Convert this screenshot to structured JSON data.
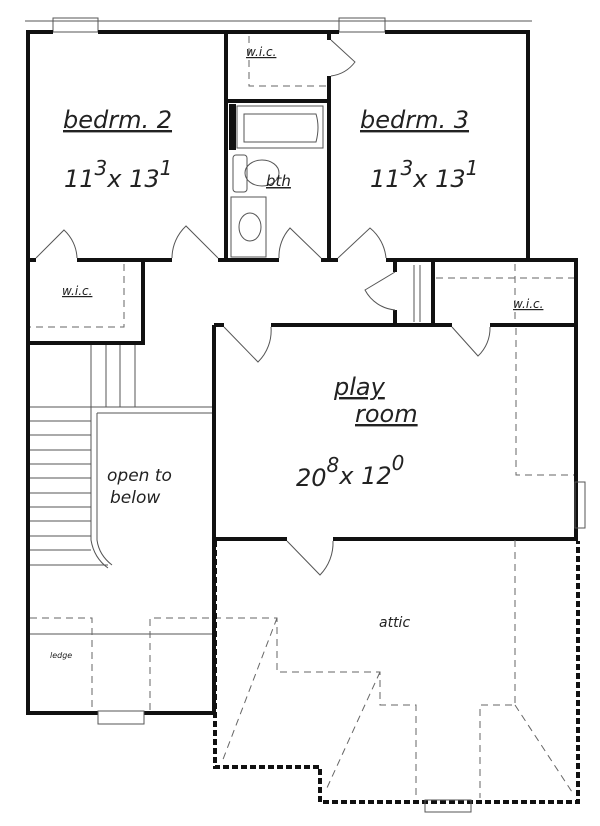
{
  "rooms": {
    "bedroom2": {
      "name": "bedrm. 2",
      "dim_a": "11",
      "dim_a_sup": "3",
      "dim_b": "x 13",
      "dim_b_sup": "1"
    },
    "bedroom3": {
      "name": "bedrm. 3",
      "dim_a": "11",
      "dim_a_sup": "3",
      "dim_b": "x 13",
      "dim_b_sup": "1"
    },
    "wic_top": {
      "name": "w.i.c."
    },
    "bath": {
      "name": "bth"
    },
    "wic_left": {
      "name": "w.i.c."
    },
    "wic_right": {
      "name": "w.i.c."
    },
    "playroom": {
      "name_line1": "play",
      "name_line2": "room",
      "dim_a": "20",
      "dim_a_sup": "8",
      "dim_b": "x 12",
      "dim_b_sup": "0"
    },
    "open_to_below": {
      "line1": "open to",
      "line2": "below"
    },
    "attic": {
      "name": "attic"
    },
    "ledge": {
      "name": "ledge"
    }
  },
  "colors": {
    "wall": "#111111",
    "background": "#ffffff"
  }
}
